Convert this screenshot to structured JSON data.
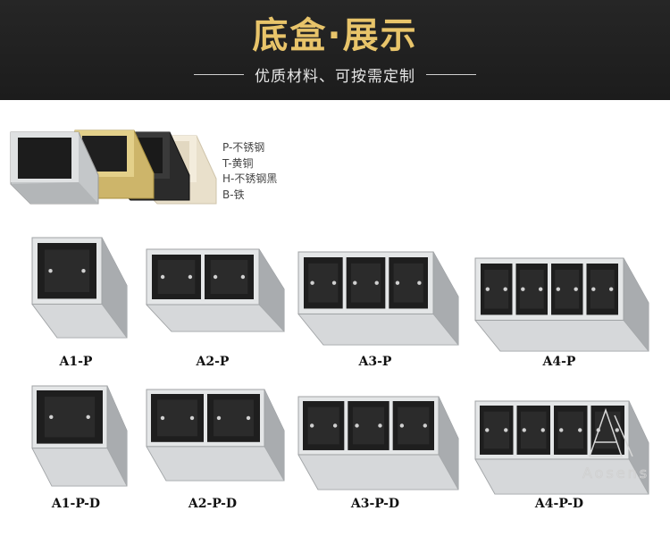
{
  "header": {
    "title": "底盒·展示",
    "subtitle": "优质材料、可按需定制"
  },
  "legend": [
    "P-不锈钢",
    "T-黄铜",
    "H-不锈钢黑",
    "B-铁"
  ],
  "products": [
    {
      "label": "A1-P",
      "slots": 1
    },
    {
      "label": "A2-P",
      "slots": 2
    },
    {
      "label": "A3-P",
      "slots": 3
    },
    {
      "label": "A4-P",
      "slots": 4
    },
    {
      "label": "A1-P-D",
      "slots": 1
    },
    {
      "label": "A2-P-D",
      "slots": 2
    },
    {
      "label": "A3-P-D",
      "slots": 3
    },
    {
      "label": "A4-P-D",
      "slots": 4
    }
  ],
  "colors": {
    "header_bg": "#1f1f1f",
    "title_gold": "#e8c46a",
    "steel": "#c9ccce",
    "brass": "#d4c07a",
    "black": "#2a2a2a",
    "ivory": "#ece3cf"
  },
  "watermark": "Aosens"
}
